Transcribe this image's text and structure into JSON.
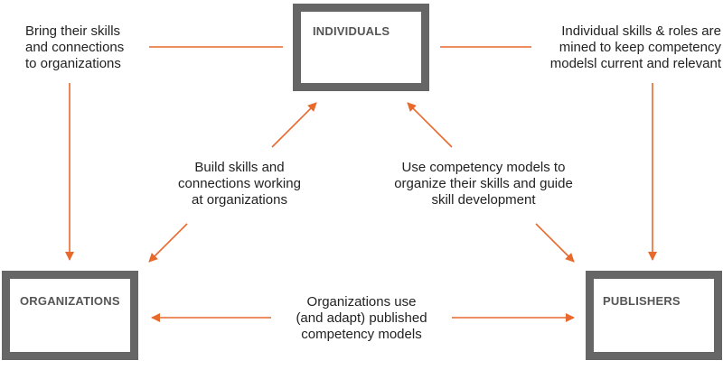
{
  "colors": {
    "arrow": "#E8692C",
    "box_border": "#666666",
    "node_text": "#555555",
    "text": "#222222"
  },
  "nodes": {
    "individuals": "INDIVIDUALS",
    "organizations": "ORGANIZATIONS",
    "publishers": "PUBLISHERS"
  },
  "captions": {
    "top_left": [
      "Bring their skills",
      "and connections",
      "to organizations"
    ],
    "top_right": [
      "Individual skills & roles are",
      "mined to keep competency",
      "modelsl current and relevant"
    ],
    "middle_left": [
      "Build skills and",
      "connections working",
      "at organizations"
    ],
    "middle_right": [
      "Use competency models to",
      "organize their skills and guide",
      "skill development"
    ],
    "bottom": [
      "Organizations use",
      "(and adapt) published",
      "competency models"
    ]
  }
}
